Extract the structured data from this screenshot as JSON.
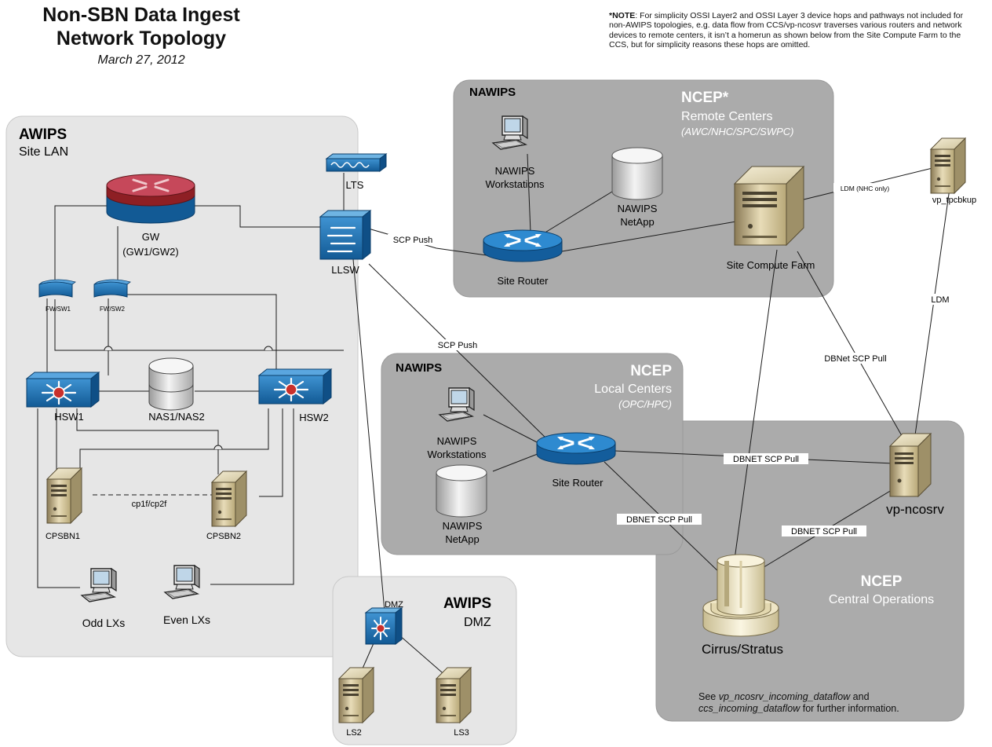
{
  "header": {
    "title_line1": "Non-SBN Data Ingest",
    "title_line2": "Network Topology",
    "date": "March 27, 2012"
  },
  "note": {
    "label": "*NOTE",
    "text": ":  For simplicity OSSI Layer2 and OSSI Layer 3 device hops and pathways not included for non-AWIPS topologies, e.g. data flow from CCS/vp-ncosvr traverses various routers and network devices to remote centers, it isn’t a homerun as shown below from the Site Compute Farm to the CCS, but for simplicity reasons these hops are omitted."
  },
  "zones": {
    "awips_site": {
      "title": "AWIPS",
      "subtitle": "Site LAN"
    },
    "awips_dmz": {
      "title": "AWIPS",
      "subtitle": "DMZ"
    },
    "remote": {
      "tag": "NAWIPS",
      "title": "NCEP*",
      "subtitle": "Remote Centers",
      "detail": "(AWC/NHC/SPC/SWPC)"
    },
    "local": {
      "tag": "NAWIPS",
      "title": "NCEP",
      "subtitle": "Local Centers",
      "detail": "(OPC/HPC)"
    },
    "central": {
      "title": "NCEP",
      "subtitle": "Central Operations"
    }
  },
  "devices": {
    "gw": "GW",
    "gw_sub": "(GW1/GW2)",
    "fw1": "FW/SW1",
    "fw2": "FW/SW2",
    "hsw1": "HSW1",
    "hsw2": "HSW2",
    "nas": "NAS1/NAS2",
    "cpsbn1": "CPSBN1",
    "cpsbn2": "CPSBN2",
    "odd_lx": "Odd LXs",
    "even_lx": "Even LXs",
    "lts": "LTS",
    "llsw": "LLSW",
    "dmz_switch": "DMZ",
    "ls2": "LS2",
    "ls3": "LS3",
    "remote_ws_1": "NAWIPS",
    "remote_ws_2": "Workstations",
    "remote_netapp_1": "NAWIPS",
    "remote_netapp_2": "NetApp",
    "remote_router": "Site Router",
    "compute_farm": "Site Compute Farm",
    "tpcbkup": "vp_tpcbkup",
    "local_ws_1": "NAWIPS",
    "local_ws_2": "Workstations",
    "local_netapp_1": "NAWIPS",
    "local_netapp_2": "NetApp",
    "local_router": "Site Router",
    "ncosrv": "vp-ncosrv",
    "cirrus": "Cirrus/Stratus"
  },
  "links": {
    "scp_push_1": "SCP Push",
    "scp_push_2": "SCP Push",
    "ldm_nhc": "LDM (NHC only)",
    "ldm": "LDM",
    "dbnet_pull_remote": "DBNet SCP Pull",
    "dbnet_pull_local_ncosrv": "DBNET SCP Pull",
    "dbnet_pull_local_cirrus": "DBNET SCP Pull",
    "dbnet_pull_ncosrv_cirrus": "DBNET SCP Pull",
    "cp1f_cp2f": "cp1f/cp2f"
  },
  "footer": {
    "prefix": "See ",
    "ref1": "vp_ncosrv_incoming_dataflow",
    "mid": " and",
    "ref2": "ccs_incoming_dataflow",
    "suffix": " for further information."
  },
  "colors": {
    "site_zone": "#e4e4e4",
    "remote_zone": "#ababab",
    "network_blue": "#1e6fb0",
    "gateway_red": "#b03030"
  }
}
